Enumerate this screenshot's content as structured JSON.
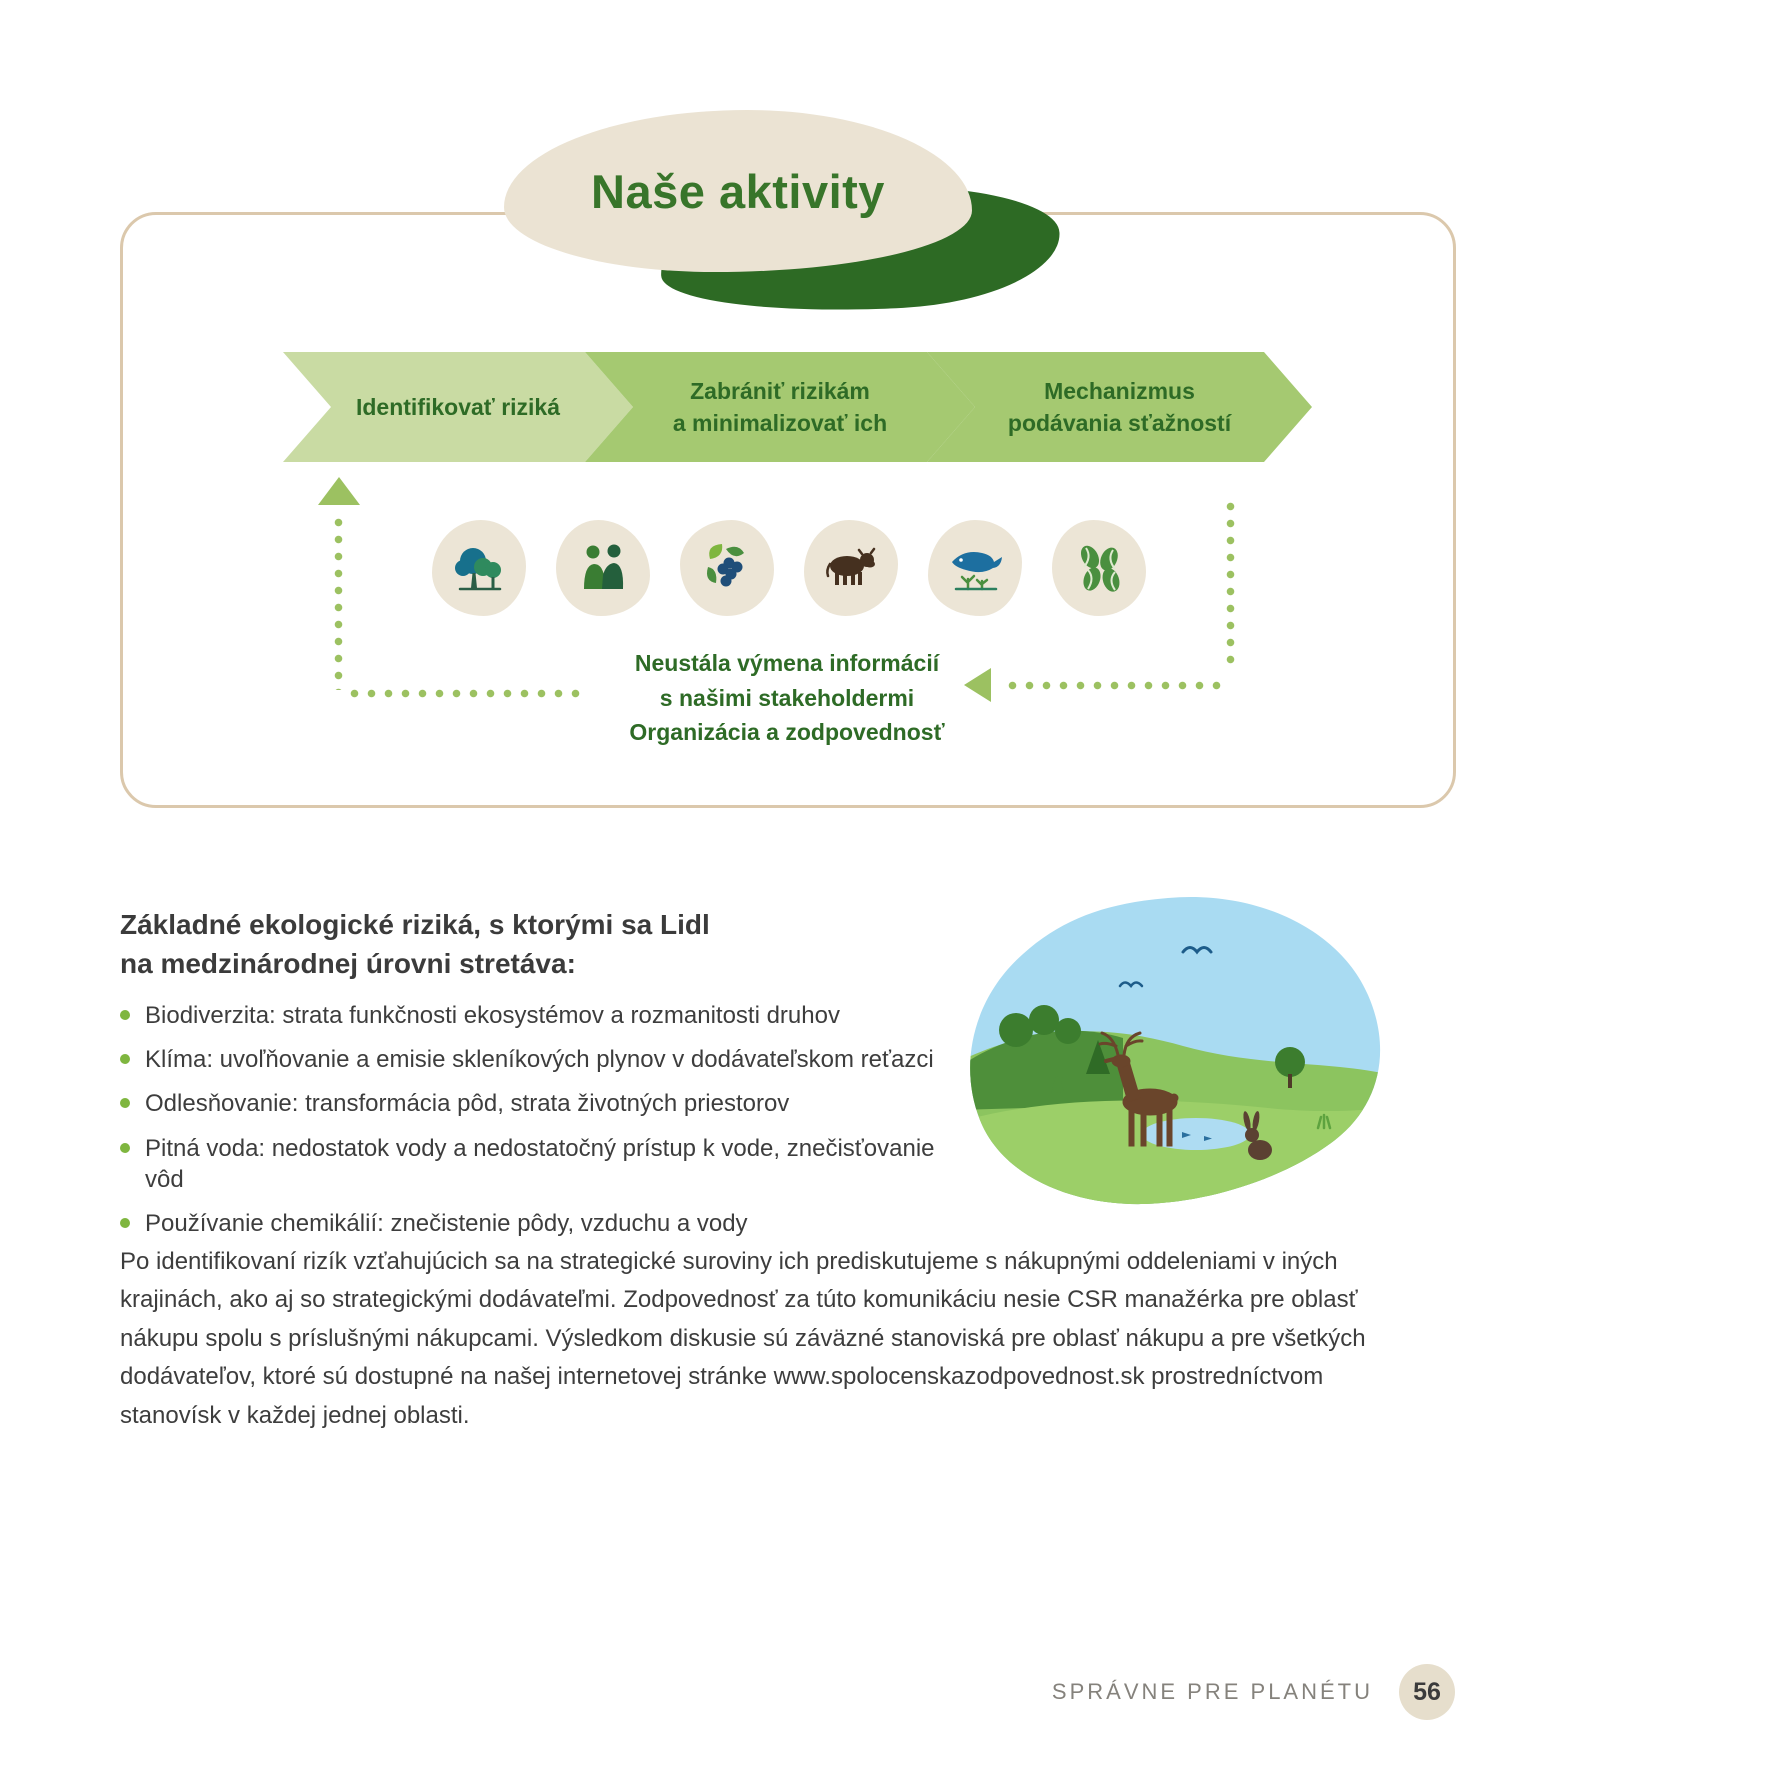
{
  "title": {
    "text": "Naše aktivity"
  },
  "flow": {
    "steps": [
      {
        "line1": "Identifikovať riziká",
        "line2": ""
      },
      {
        "line1": "Zabrániť rizikám",
        "line2": "a minimalizovať ich"
      },
      {
        "line1": "Mechanizmus",
        "line2": "podávania sťažností"
      }
    ],
    "icons": [
      "trees-icon",
      "partnership-icon",
      "produce-icon",
      "cattle-icon",
      "marine-icon",
      "beans-icon"
    ],
    "note": [
      "Neustála výmena informácií",
      "s našimi stakeholdermi",
      "Organizácia a zodpovednosť"
    ]
  },
  "risks": {
    "heading": [
      "Základné ekologické riziká, s ktorými sa Lidl",
      "na medzinárodnej úrovni stretáva:"
    ],
    "items": [
      "Biodiverzita: strata funkčnosti ekosystémov a rozmanitosti druhov",
      "Klíma: uvoľňovanie a emisie skleníkových plynov v dodávateľskom reťazci",
      "Odlesňovanie: transformácia pôd, strata životných priestorov",
      "Pitná voda: nedostatok vody a nedostatočný prístup k vode, znečisťovanie vôd",
      "Používanie chemikálií: znečistenie pôdy, vzduchu a vody"
    ]
  },
  "body": {
    "paragraph": "Po identifikovaní rizík vzťahujúcich sa na strategické suroviny ich prediskutujeme s nákupnými oddeleniami v iných krajinách, ako aj so strategickými dodávateľmi. Zodpovednosť za túto komunikáciu nesie CSR manažérka pre oblasť nákupu spolu s príslušnými nákupcami. Výsledkom diskusie sú záväzné stanoviská pre oblasť nákupu a pre všetkých dodávateľov, ktoré sú dostupné na našej internetovej stránke www.spolocenskazodpovednost.sk prostredníctvom stanovísk v každej jednej oblasti."
  },
  "footer": {
    "label": "SPRÁVNE PRE PLANÉTU",
    "page": "56"
  },
  "colors": {
    "title_green": "#38752a",
    "dark_green_blob": "#2d6a24",
    "beige_blob": "#ebe3d3",
    "frame_border": "#dbc8ac",
    "arrow_light": "#c9dba3",
    "arrow_mid": "#a5c971",
    "dotted_green": "#9cc161",
    "bullet_green": "#7fb63f",
    "text_dark": "#3d3d3d"
  }
}
